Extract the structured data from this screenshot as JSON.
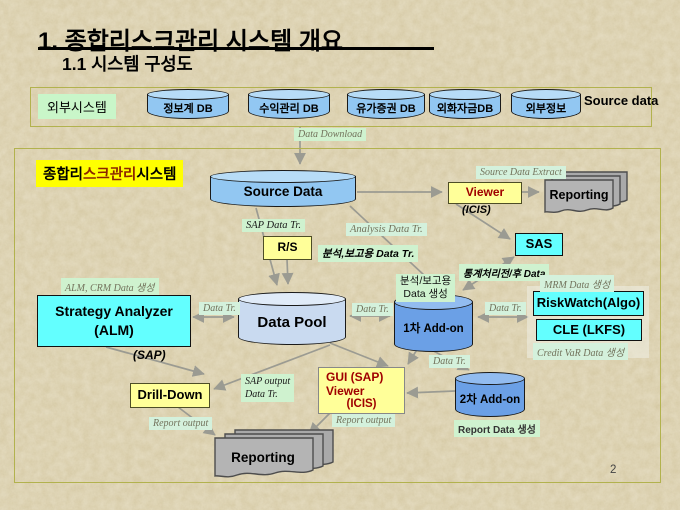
{
  "title": "1. 종합리스크관리 시스템 개요",
  "subtitle": "1.1 시스템 구성도",
  "page_number": "2",
  "external": {
    "label": "외부시스템",
    "source_data_label": "Source data",
    "databases": [
      "정보계 DB",
      "수익관리 DB",
      "유가증권 DB",
      "외화자금DB",
      "외부정보"
    ]
  },
  "system_label": {
    "p1": "종합리",
    "p2": "스크관리",
    "p3": "시스템"
  },
  "nodes": {
    "source_data": "Source Data",
    "viewer": "Viewer",
    "viewer_sub": "(ICIS)",
    "reporting_top": "Reporting",
    "rs": "R/S",
    "sas": "SAS",
    "strategy_line1": "Strategy Analyzer",
    "strategy_line2": "(ALM)",
    "strategy_sub": "(SAP)",
    "data_pool": "Data Pool",
    "addon1": "1차 Add-on",
    "addon2": "2차 Add-on",
    "riskwatch": "RiskWatch(Algo)",
    "cle": "CLE (LKFS)",
    "drilldown": "Drill-Down",
    "gui_line1": "GUI (SAP)",
    "gui_line2": "Viewer",
    "gui_line3": "(ICIS)",
    "reporting_bottom": "Reporting"
  },
  "labels": {
    "data_download": "Data Download",
    "source_data_extract": "Source Data  Extract",
    "sap_data_tr": "SAP  Data Tr.",
    "analysis_data_tr": "Analysis  Data Tr.",
    "analysis_kr": "분석,보고용 Data  Tr.",
    "stat_kr": "통계처리전/후 Data",
    "alm_crm": "ALM, CRM Data 생성",
    "data_tr": "Data Tr.",
    "gen_line1": "분석/보고용",
    "gen_line2": "Data 생성",
    "mrm": "MRM Data 생성",
    "credit_var": "Credit  VaR  Data 생성",
    "sap_output_line1": "SAP output",
    "sap_output_line2": "Data  Tr.",
    "report_output": "Report output",
    "report_data": "Report Data 생성"
  },
  "colors": {
    "accent_yellow": "#ffff99",
    "accent_cyan": "#63ffff",
    "cylinder_blue": "#92c7f2",
    "label_green": "#cff2cf",
    "frame_olive": "#b2b24e",
    "red_text": "#a00000"
  }
}
